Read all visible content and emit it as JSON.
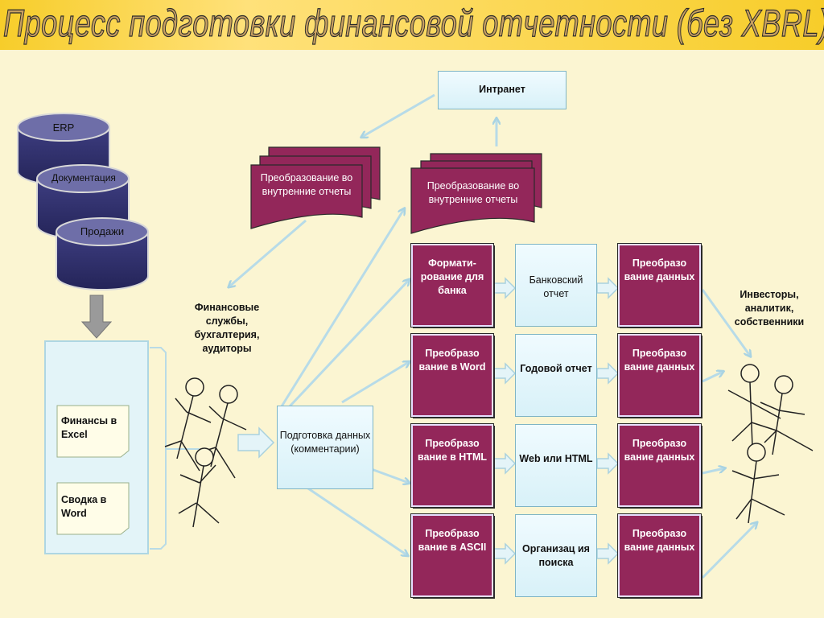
{
  "title": "Процесс подготовки финансовой отчетности (без XBRL)",
  "sources": {
    "erp": "ERP",
    "documentation": "Документация",
    "sales": "Продажи"
  },
  "workspace_docs": {
    "excel": "Финансы в Excel",
    "word": "Сводка в Word"
  },
  "actors": {
    "finance": "Финансовые службы, бухгалтерия, аудиторы",
    "investors": "Инвесторы, аналитик, собственники"
  },
  "intranet": "Интранет",
  "internal_reports_left": "Преобразование во внутренние отчеты",
  "internal_reports_right": "Преобразование во внутренние отчеты",
  "prep": "Подготовка данных (комментарии)",
  "rows": [
    {
      "format": "Формати-рование для банка",
      "report": "Банковский отчет",
      "convert": "Преобразо вание данных"
    },
    {
      "format": "Преобразо вание в Word",
      "report": "Годовой отчет",
      "convert": "Преобразо вание данных"
    },
    {
      "format": "Преобразо вание в HTML",
      "report": "Web или HTML",
      "convert": "Преобразо вание данных"
    },
    {
      "format": "Преобразо вание в ASCII",
      "report": "Организац ия поиска",
      "convert": "Преобразо вание данных"
    }
  ],
  "colors": {
    "title_band": "#f7cd2a",
    "maroon": "#93275a",
    "light_box": "#e6f6fb",
    "arrow": "#b7dbe8",
    "database": "#2f2f6b"
  }
}
